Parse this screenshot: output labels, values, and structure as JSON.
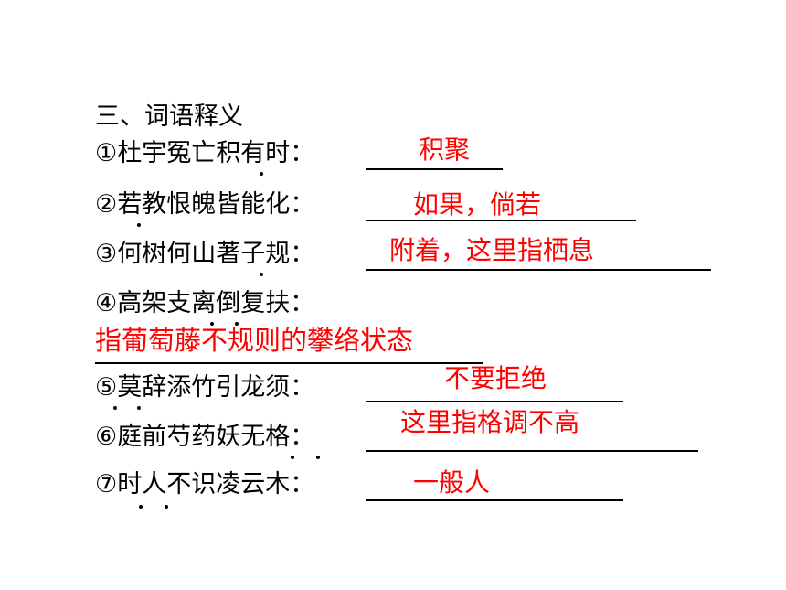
{
  "heading": "三、词语释义",
  "items": [
    {
      "q": "①杜宇冤亡积有时：",
      "a": "积聚"
    },
    {
      "q": "②若教恨魄皆能化：",
      "a": "如果，倘若"
    },
    {
      "q": "③何树何山著子规：",
      "a": "附着，这里指栖息"
    },
    {
      "q": "④高架支离倒复扶：",
      "a": "指葡萄藤不规则的攀络状态"
    },
    {
      "q": "⑤莫辞添竹引龙须：",
      "a": "不要拒绝"
    },
    {
      "q": "⑥庭前芍药妖无格：",
      "a": "这里指格调不高"
    },
    {
      "q": "⑦时人不识凌云木：",
      "a": "一般人"
    }
  ],
  "colors": {
    "answer": "#ff0000",
    "text": "#000000"
  }
}
